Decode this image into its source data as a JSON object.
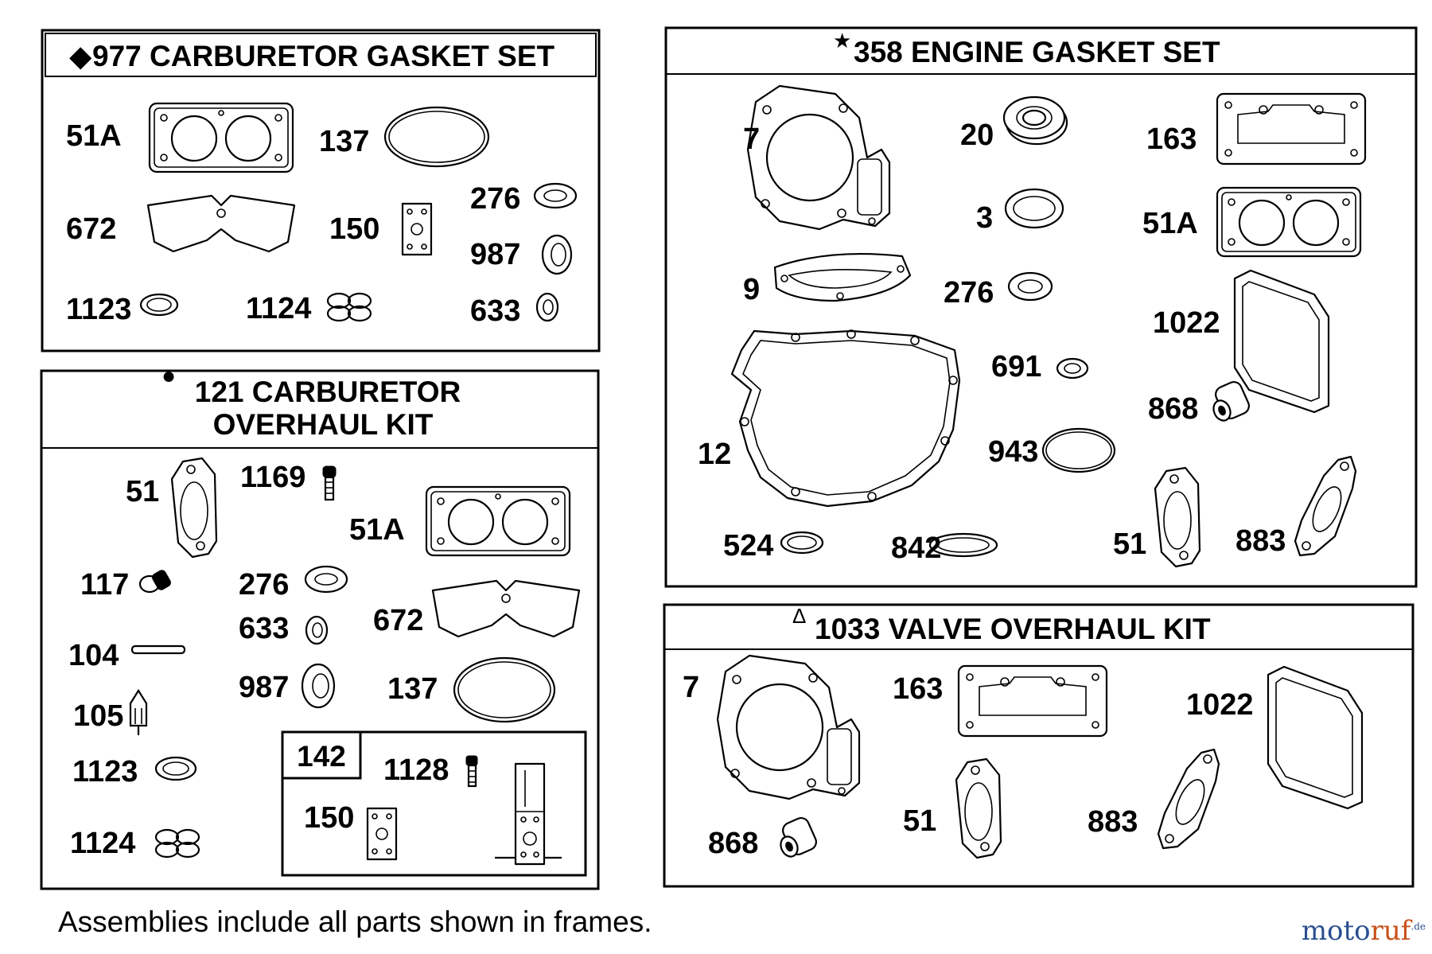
{
  "kits": {
    "carb_gasket": {
      "marker": "◆",
      "title": "977 CARBURETOR GASKET SET",
      "labels": {
        "p51A": "51A",
        "p137": "137",
        "p672": "672",
        "p150": "150",
        "p276": "276",
        "p987": "987",
        "p1123": "1123",
        "p1124": "1124",
        "p633": "633"
      }
    },
    "carb_overhaul": {
      "marker": "●",
      "title_line1": "121 CARBURETOR",
      "title_line2": "OVERHAUL KIT",
      "labels": {
        "p51": "51",
        "p1169": "1169",
        "p51A": "51A",
        "p117": "117",
        "p276": "276",
        "p633": "633",
        "p672": "672",
        "p104": "104",
        "p987": "987",
        "p137": "137",
        "p105": "105",
        "p1123": "1123",
        "p1124": "1124"
      },
      "subkit": {
        "title": "142",
        "labels": {
          "p1128": "1128",
          "p150": "150"
        }
      }
    },
    "engine_gasket": {
      "marker": "★",
      "title": "358 ENGINE GASKET SET",
      "labels": {
        "p7": "7",
        "p20": "20",
        "p163": "163",
        "p3": "3",
        "p51A": "51A",
        "p9": "9",
        "p276": "276",
        "p1022": "1022",
        "p691": "691",
        "p868": "868",
        "p12": "12",
        "p943": "943",
        "p524": "524",
        "p842": "842",
        "p51": "51",
        "p883": "883"
      }
    },
    "valve_overhaul": {
      "marker": "Δ",
      "title": "1033 VALVE OVERHAUL KIT",
      "labels": {
        "p7": "7",
        "p163": "163",
        "p1022": "1022",
        "p868": "868",
        "p51": "51",
        "p883": "883"
      }
    }
  },
  "footer": "Assemblies include all parts shown in frames.",
  "watermark": {
    "part1": "moto",
    "part2": "ruf",
    "suffix": ".de"
  }
}
